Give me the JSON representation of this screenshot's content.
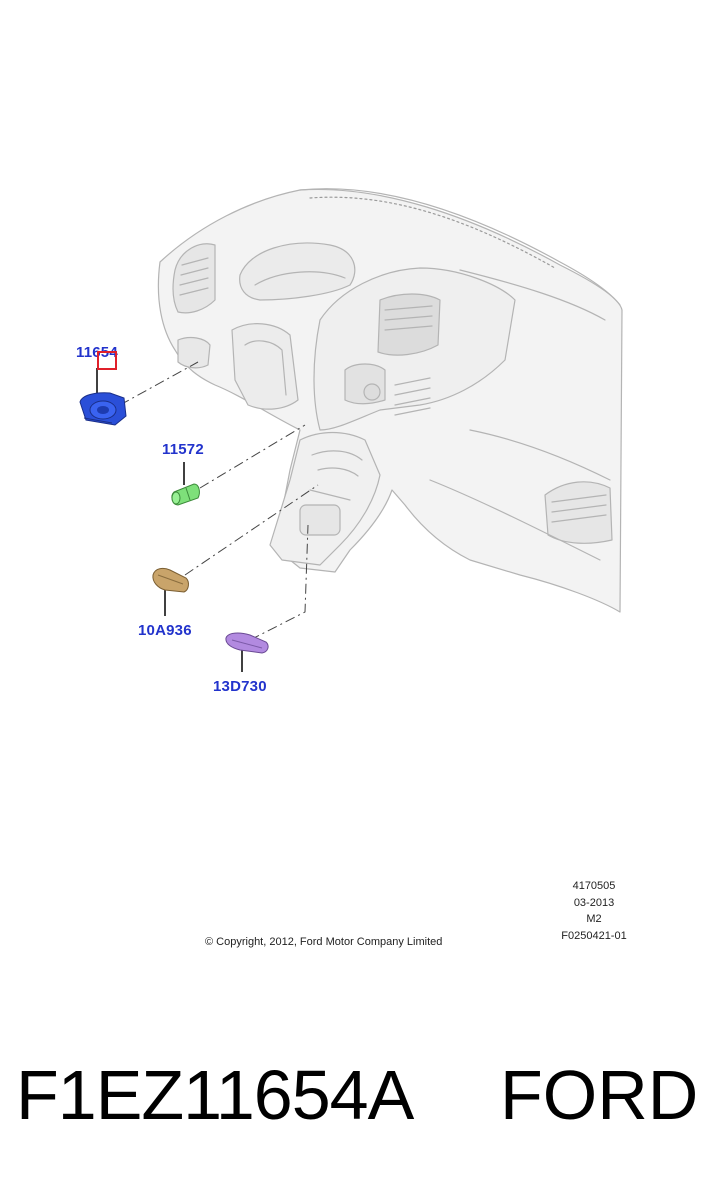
{
  "callouts": {
    "part_11654": "11654",
    "part_11572": "11572",
    "part_10a936": "10A936",
    "part_13d730": "13D730"
  },
  "colors": {
    "callout_text": "#2233cc",
    "highlight": "#e0202a",
    "part_11654": "#2a4fd8",
    "part_11572": "#7ee07a",
    "part_10a936": "#c9a46a",
    "part_13d730": "#b28ae0",
    "dashboard_fill": "#f2f2f2",
    "dashboard_line": "#b4b4b4"
  },
  "metadata": {
    "line1": "4170505",
    "line2": "03-2013",
    "line3": "M2",
    "line4": "F0250421-01"
  },
  "copyright": "© Copyright, 2012, Ford Motor Company Limited",
  "footer": {
    "part_number": "F1EZ11654A",
    "brand": "FORD"
  }
}
